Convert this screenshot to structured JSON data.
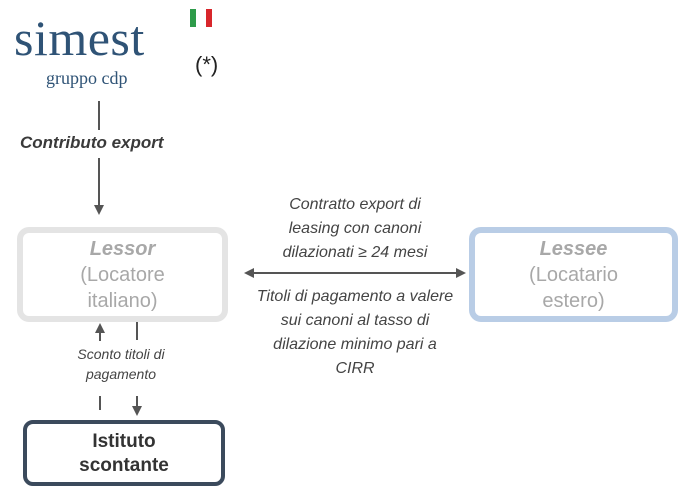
{
  "logo": {
    "word": "simest",
    "subtitle": "gruppo cdp",
    "asterisk": "(*)",
    "flag_colors": [
      "#2e9b4a",
      "#ffffff",
      "#d8262b"
    ]
  },
  "labels": {
    "contributo": "Contributo export",
    "contratto": [
      "Contratto export di",
      "leasing con canoni",
      "dilazionati ≥ 24 mesi"
    ],
    "titoli": [
      "Titoli di pagamento a valere",
      "sui canoni al tasso di",
      "dilazione minimo pari a",
      "CIRR"
    ],
    "sconto": [
      "Sconto titoli di",
      "pagamento"
    ]
  },
  "boxes": {
    "lessor": {
      "title": "Lessor",
      "lines": [
        "(Locatore",
        "italiano)"
      ]
    },
    "lessee": {
      "title": "Lessee",
      "lines": [
        "(Locatario",
        "estero)"
      ]
    },
    "istituto": {
      "lines": [
        "Istituto",
        "scontante"
      ]
    }
  },
  "colors": {
    "arrow": "#555555",
    "lessor_border": "#e4e4e4",
    "lessee_border": "#b9cde6",
    "istituto_border": "#3b4a5c"
  }
}
